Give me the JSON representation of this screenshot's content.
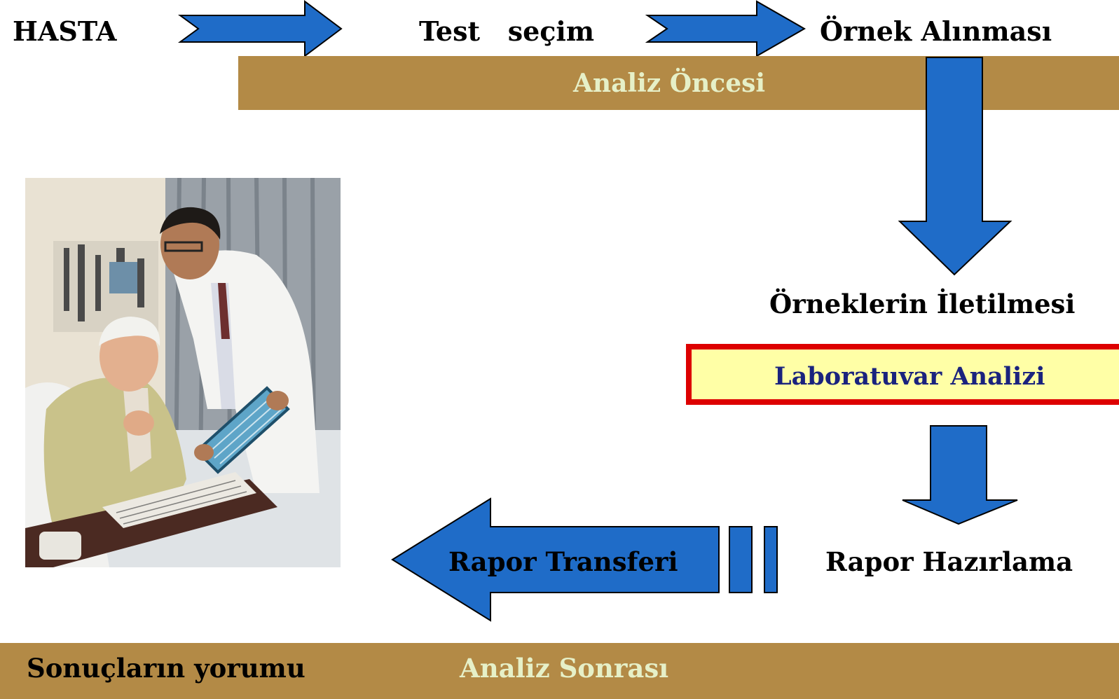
{
  "steps": {
    "patient": "HASTA",
    "test_selection": "Test   seçim",
    "sample_collection": "Örnek Alınması",
    "sample_transport": "Örneklerin İletilmesi",
    "lab_analysis": "Laboratuvar Analizi",
    "report_preparation": "Rapor Hazırlama",
    "report_transfer": "Rapor Transferi",
    "result_interpretation": "Sonuçların yorumu"
  },
  "phases": {
    "pre_analytical": "Analiz Öncesi",
    "post_analytical": "Analiz Sonrası"
  },
  "colors": {
    "arrow_fill": "#1f6cc8",
    "band": "#b38a46",
    "band_text": "#e6f0c8",
    "lab_box_fill": "#ffffa6",
    "lab_box_border": "#dd0000",
    "lab_text": "#1a237e"
  },
  "image": {
    "subject": "doctor-showing-chart-to-patient-photo"
  }
}
